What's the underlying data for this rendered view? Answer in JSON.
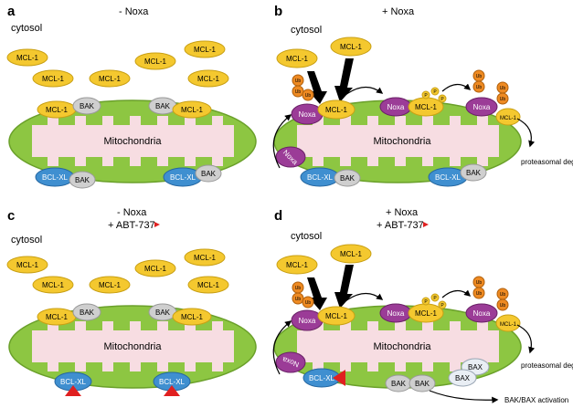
{
  "panels": [
    {
      "letter": "a",
      "title": "- Noxa",
      "title2": "",
      "cytosol": "cytosol",
      "free_mcl1": [
        "MCL-1",
        "MCL-1",
        "MCL-1",
        "MCL-1",
        "MCL-1",
        "MCL-1"
      ],
      "mito": "Mitochondria",
      "top_pairs": [
        [
          "MCL-1",
          "BAK"
        ],
        [
          "BAK",
          "MCL-1"
        ]
      ],
      "bottom": [
        [
          "BCL-XL",
          "BAK"
        ],
        [
          "BCL-XL",
          "BAK"
        ]
      ]
    },
    {
      "letter": "b",
      "title": "+ Noxa",
      "title2": "",
      "cytosol": "cytosol",
      "free_mcl1": [
        "MCL-1",
        "MCL-1"
      ],
      "mito": "Mitochondria",
      "noxa": [
        "Noxa",
        "Noxa",
        "Noxa",
        "Noxa"
      ],
      "mcl1": [
        "MCL-1",
        "MCL-1",
        "MCL-1"
      ],
      "ub": "Ub",
      "p": "P",
      "degradation": "proteasomal degradation",
      "bottom": [
        [
          "BCL-XL",
          "BAK"
        ],
        [
          "BCL-XL",
          "BAK"
        ]
      ]
    },
    {
      "letter": "c",
      "title": "- Noxa",
      "title2": "+ ABT-737",
      "cytosol": "cytosol",
      "free_mcl1": [
        "MCL-1",
        "MCL-1",
        "MCL-1",
        "MCL-1",
        "MCL-1",
        "MCL-1"
      ],
      "mito": "Mitochondria",
      "top_pairs": [
        [
          "MCL-1",
          "BAK"
        ],
        [
          "BAK",
          "MCL-1"
        ]
      ],
      "bottom": [
        [
          "BCL-XL"
        ],
        [
          "BCL-XL"
        ]
      ]
    },
    {
      "letter": "d",
      "title": "+ Noxa",
      "title2": "+ ABT-737",
      "cytosol": "cytosol",
      "free_mcl1": [
        "MCL-1",
        "MCL-1"
      ],
      "mito": "Mitochondria",
      "noxa": [
        "Noxa",
        "Noxa",
        "Noxa",
        "Noxa"
      ],
      "mcl1": [
        "MCL-1",
        "MCL-1",
        "MCL-1"
      ],
      "ub": "Ub",
      "p": "P",
      "degradation": "proteasomal degradation",
      "bottom": [
        [
          "BCL-XL"
        ],
        [
          "BAK",
          "BAK"
        ],
        [
          "BAX",
          "BAX"
        ]
      ],
      "activation": "BAK/BAX activation"
    }
  ],
  "colors": {
    "mito": "#8dc642",
    "cristae": "#f7dde2",
    "mcl1": "#f4c82f",
    "bak": "#cfcfcf",
    "bclxl": "#3f8fd0",
    "noxa": "#9b3c97",
    "ub": "#ee8a22",
    "abt": "#e02020",
    "bax": "#e9eef4"
  }
}
